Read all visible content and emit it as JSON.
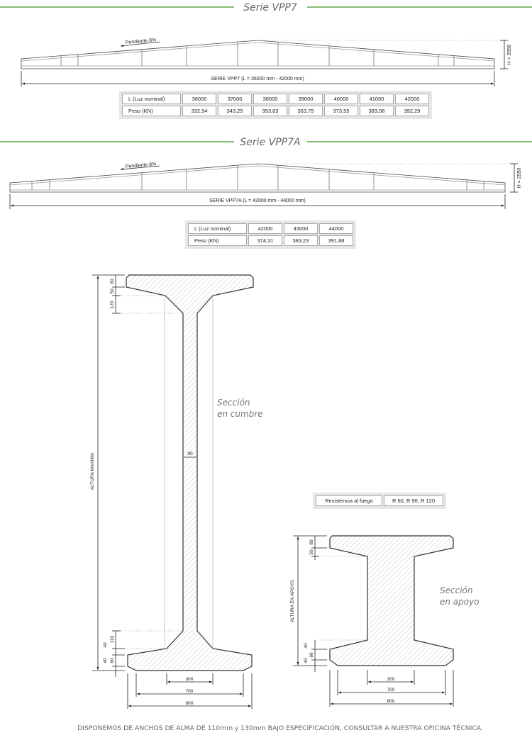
{
  "vpp7": {
    "title": "Serie VPP7",
    "slope_label": "Pendiente 8%",
    "height_label": "H = 2550",
    "span_label": "SERIE VPP7 (L = 36000 mm - 42000 mm)",
    "table": {
      "row_labels": [
        "L  (Luz nominal)",
        "Peso  (KN)"
      ],
      "lengths": [
        "36000",
        "37000",
        "38000",
        "39000",
        "40000",
        "41000",
        "42000"
      ],
      "weights": [
        "332,54",
        "343,25",
        "353,63",
        "363,75",
        "373,55",
        "383,08",
        "392,29"
      ]
    }
  },
  "vpp7a": {
    "title": "Serie VPP7A",
    "slope_label": "Pendiente 8%",
    "height_label": "H = 2550",
    "span_label": "SERIE VPP7A (L = 42000 mm - 44000 mm)",
    "table": {
      "row_labels": [
        "L  (Luz nominal)",
        "Peso  (KN)"
      ],
      "lengths": [
        "42000",
        "43000",
        "44000"
      ],
      "weights": [
        "374,31",
        "383,23",
        "391,88"
      ]
    }
  },
  "section_cumbre": {
    "title_line1": "Sección",
    "title_line2": "en cumbre",
    "height_label": "ALTURA MAXIMA",
    "dims": {
      "top_flange": "80",
      "top_slope": "50",
      "top_taper": "120",
      "web": "90",
      "bottom_taper": "110",
      "bottom_40a": "40",
      "bottom_flange": "60",
      "bottom_40b": "40",
      "w300": "300",
      "w700": "700",
      "w800": "800"
    }
  },
  "section_apoyo": {
    "title_line1": "Sección",
    "title_line2": "en apoyo",
    "height_label": "ALTURA EN APOYO",
    "dims": {
      "top_flange": "80",
      "top_slope": "50",
      "bottom_40a": "40",
      "bottom_flange": "60",
      "bottom_40b": "40",
      "w300": "300",
      "w700": "700",
      "w800": "800"
    }
  },
  "fire": {
    "label": "Resistencia al fuego",
    "value": "R 60, R 90, R 120"
  },
  "footer": "DISPONEMOS DE ANCHOS DE ALMA DE 110mm  y 130mm BAJO ESPECIFICACIÓN, CONSULTAR A NUESTRA OFICINA TÉCNICA.",
  "colors": {
    "accent": "#5aa845"
  }
}
